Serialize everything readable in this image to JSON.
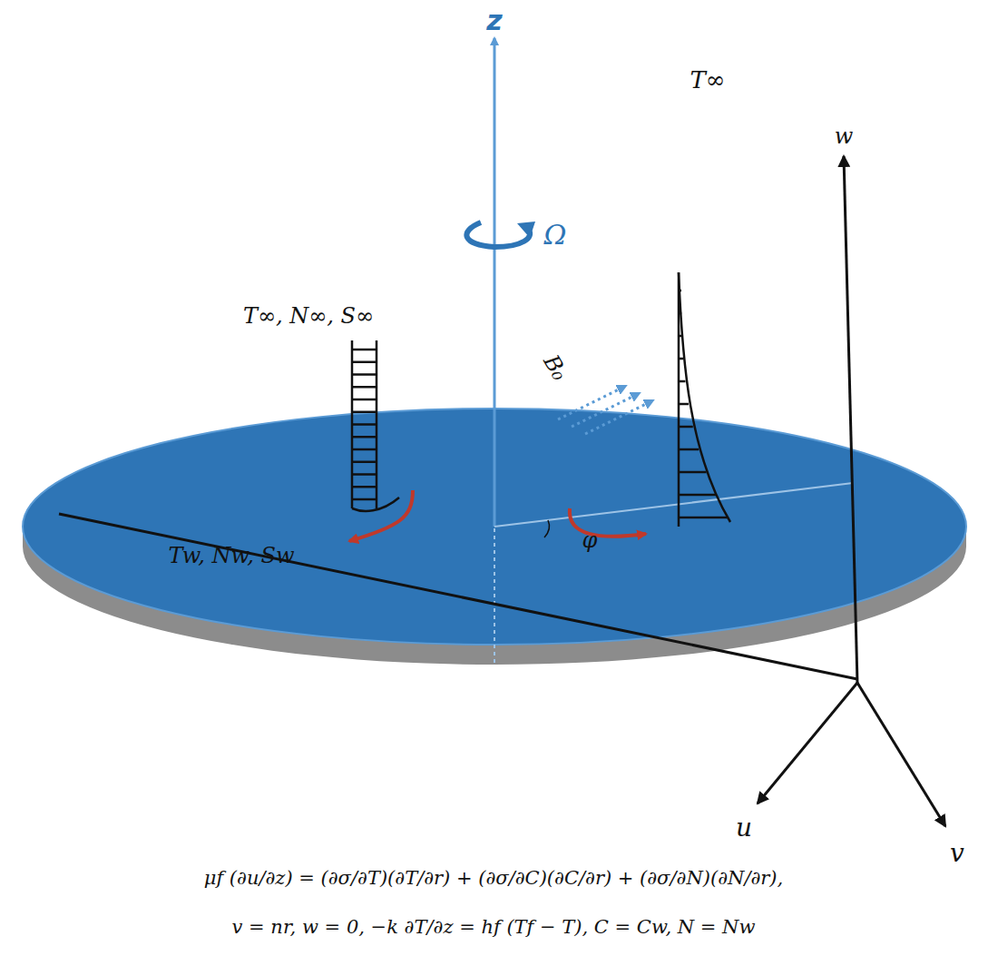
{
  "diagram": {
    "labels": [
      "z",
      "T∞",
      "Ω",
      "T∞, N∞, S∞",
      "B₀",
      "Tw, Nw, Sw",
      "φ",
      "w",
      "u",
      "v",
      "μf (∂u/∂z) = (∂σ/∂T)(∂T/∂r) + (∂σ/∂C)(∂C/∂r) + (∂σ/∂N)(∂N/∂r),",
      "v = nr, w = 0, −k ∂T/∂z = hf (Tf − T), C = Cw, N = Nw"
    ]
  }
}
